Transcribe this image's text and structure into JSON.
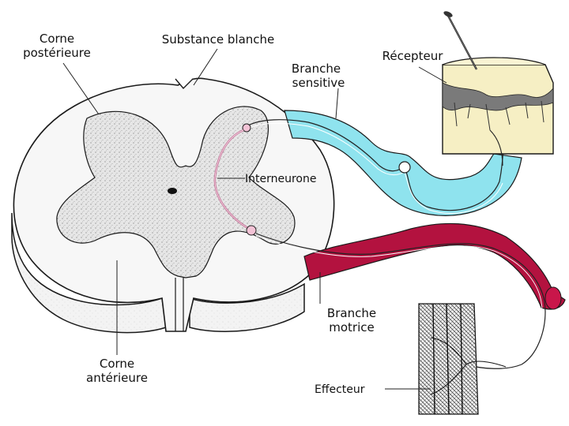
{
  "labels": {
    "corne_posterieure_line1": "Corne",
    "corne_posterieure_line2": "postérieure",
    "substance_blanche": "Substance blanche",
    "branche_sensitive_line1": "Branche",
    "branche_sensitive_line2": "sensitive",
    "recepteur": "Récepteur",
    "interneurone": "Interneurone",
    "branche_motrice_line1": "Branche",
    "branche_motrice_line2": "motrice",
    "corne_anterieure_line1": "Corne",
    "corne_anterieure_line2": "antérieure",
    "effecteur": "Effecteur"
  },
  "colors": {
    "sensory_branch": "#8fe3ee",
    "motor_branch": "#b3123f",
    "gray_matter": "#d9d9d9",
    "white_matter": "#f2f2f2",
    "skin": "#f6efc4",
    "interneuron": "#e7a3c0",
    "outline": "#1a1a1a"
  }
}
